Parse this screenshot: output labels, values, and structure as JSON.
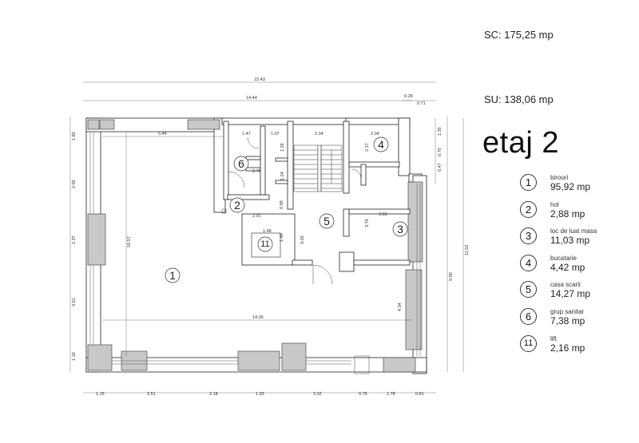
{
  "header": {
    "sc": "SC: 175,25 mp",
    "su": "SU: 138,06 mp",
    "floor": "etaj 2"
  },
  "legend": [
    {
      "num": "1",
      "name": "birouri",
      "area": "95,92 mp"
    },
    {
      "num": "2",
      "name": "hol",
      "area": "2,88 mp"
    },
    {
      "num": "3",
      "name": "loc de luat masa",
      "area": "11,03 mp"
    },
    {
      "num": "4",
      "name": "bucatarie",
      "area": "4,42 mp"
    },
    {
      "num": "5",
      "name": "casa scarii",
      "area": "14,27 mp"
    },
    {
      "num": "6",
      "name": "grup sanitar",
      "area": "7,38 mp"
    },
    {
      "num": "11",
      "name": "lift",
      "area": "2,16 mp"
    }
  ],
  "plan": {
    "room_labels": [
      "1",
      "2",
      "3",
      "4",
      "5",
      "6",
      "11"
    ],
    "dims_top": [
      "15.43",
      "14.44",
      "0.28",
      "0.71"
    ],
    "dims_bottom": [
      "1.15",
      "3.51",
      "2.18",
      "1.93",
      "3.32",
      "0.75",
      "1.78",
      "0.81"
    ],
    "dims_left": [
      "1.60",
      "2.65",
      "2.37",
      "3.51",
      "1.19"
    ],
    "dims_right": [
      "1.35",
      "0.70",
      "0.47",
      "11.52",
      "9.00"
    ],
    "dims_inner": [
      "5.44",
      "1.47",
      "1.07",
      "2.34",
      "2.04",
      "1.26",
      "2.76",
      "1.24",
      "2.17",
      "2.91",
      "0.99",
      "3.03",
      "3.70",
      "1.48",
      "1.46",
      "3.05",
      "10.57",
      "14.36",
      "4.34"
    ]
  }
}
